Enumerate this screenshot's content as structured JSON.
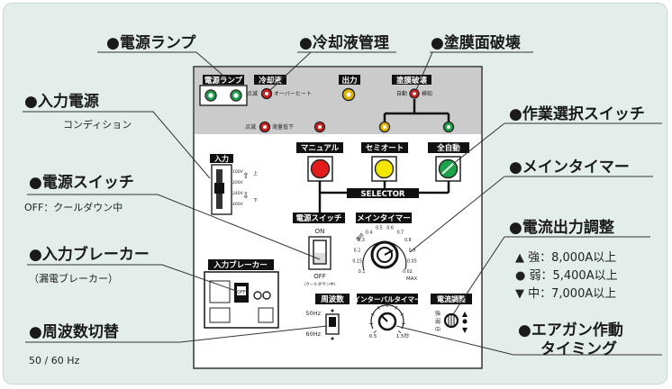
{
  "callouts": {
    "power_lamp": "●電源ランプ",
    "coolant": "●冷却液管理",
    "coating": "●塗膜面破壊",
    "input_power": "●入力電源",
    "input_power_sub": "コンディション",
    "power_switch": "●電源スイッチ",
    "power_switch_sub": "OFF：クールダウン中",
    "input_breaker": "●入力ブレーカー",
    "input_breaker_sub": "（漏電ブレーカー）",
    "freq_switch": "●周波数切替",
    "freq_switch_sub": "50 / 60 Hz",
    "work_select": "●作業選択スイッチ",
    "main_timer": "●メインタイマー",
    "current_adjust": "●電流出力調整",
    "airgun": "●エアガン作動",
    "airgun_2": "タイミング"
  },
  "current_specs": [
    "▲ 強：8,000A以上",
    "● 弱：5,400A以上",
    "▼ 中：7,000A以上"
  ],
  "panel": {
    "lamp_title": "電源ランプ",
    "coolant_title": "冷却液",
    "coolant_ok": "点滅",
    "coolant_overheat": "オーバーヒート",
    "output_title": "出力",
    "coating_title": "塗膜破壊",
    "coating_auto": "自動",
    "coating_detect": "検知",
    "level_blink": "点滅",
    "level_low": "液量低下",
    "manual": "マニュアル",
    "semiauto": "セミオート",
    "fullauto": "全自動",
    "selector": "SELECTOR",
    "input_title": "入力",
    "input_marks": [
      "100V",
      "200V",
      "240V",
      "400V"
    ],
    "up_mark": "上",
    "down_mark": "下",
    "power_switch_title": "電源スイッチ",
    "on": "ON",
    "off": "OFF",
    "cooldown": "（クールダウン中）",
    "main_timer_title": "メインタイマー",
    "timer_scale": [
      "0.1",
      "0.15",
      "0.2",
      "0.3",
      "0.4",
      "0.5",
      "0.6",
      "0.7",
      "0.8",
      "0.9",
      "0.05",
      "0.02"
    ],
    "timer_min": "連続",
    "timer_max": "MAX",
    "breaker_title": "入力ブレーカー",
    "breaker_off": "OFF",
    "freq_title": "周波数",
    "hz50": "50Hz",
    "hz60": "60Hz",
    "interval_title": "インターバルタイマー",
    "interval_min": "0.5",
    "interval_max": "1.5秒",
    "current_title": "電流調整",
    "cur_strong": "強",
    "cur_weak": "弱",
    "cur_mid": "中"
  },
  "colors": {
    "panel_face": "#ffffff",
    "panel_top": "#cbcbcb",
    "label_bg": "#111111",
    "lamp_green": "#1aa34a",
    "lamp_red": "#cc1f1f",
    "lamp_yellow": "#e0b400",
    "button_yellow": "#f3e600",
    "button_green": "#1fa34a",
    "button_red": "#e41c1c"
  }
}
